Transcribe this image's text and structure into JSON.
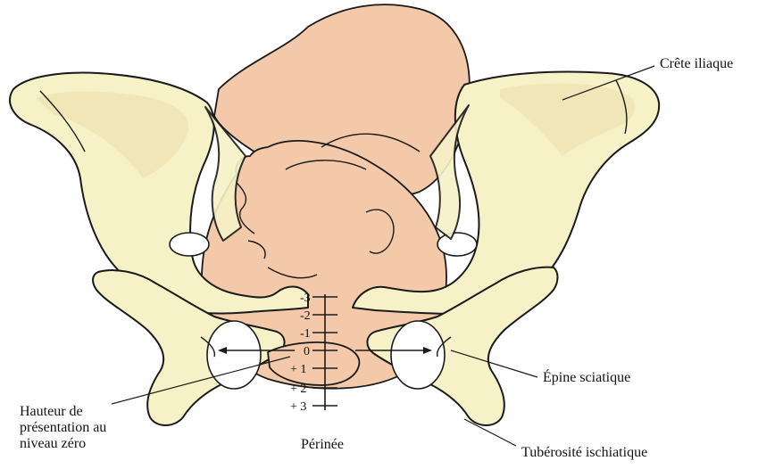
{
  "labels": {
    "iliac_crest": "Crête iliaque",
    "sciatic_spine": "Épine sciatique",
    "ischial_tuberosity": "Tubérosité ischiatique",
    "station_zero_line1": "Hauteur de",
    "station_zero_line2": "présentation au",
    "station_zero_line3": "niveau zéro",
    "perineum": "Périnée"
  },
  "station_scale": [
    "-3",
    "-2",
    "-1",
    "0",
    "+ 1",
    "+ 2",
    "+ 3"
  ],
  "colors": {
    "bone": "#f6f1c6",
    "skin": "#f3c9a9",
    "outline": "#1a1a1a"
  }
}
